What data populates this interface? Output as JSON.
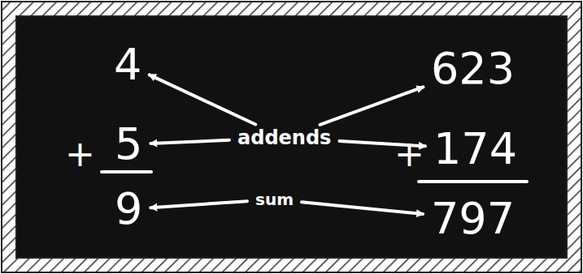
{
  "diagram": {
    "nodes": [
      {
        "text": [
          "4"
        ]
      },
      {
        "text": [
          "623"
        ]
      },
      {
        "text": [
          "5"
        ]
      },
      {
        "text": [
          "addends"
        ]
      },
      {
        "text": [
          "174"
        ]
      },
      {
        "text": [
          "9"
        ]
      },
      {
        "text": [
          "sum"
        ]
      },
      {
        "text": [
          "797"
        ]
      }
    ],
    "edges": [
      {
        "from": 3,
        "to": 0,
        "arrow": "to"
      },
      {
        "from": 3,
        "to": 2,
        "arrow": "to"
      },
      {
        "from": 3,
        "to": 1,
        "arrow": "to"
      },
      {
        "from": 3,
        "to": 4,
        "arrow": "to"
      },
      {
        "from": 6,
        "to": 5,
        "arrow": "to"
      },
      {
        "from": 6,
        "to": 7,
        "arrow": "to"
      }
    ],
    "labels": [
      "+",
      "+"
    ]
  }
}
